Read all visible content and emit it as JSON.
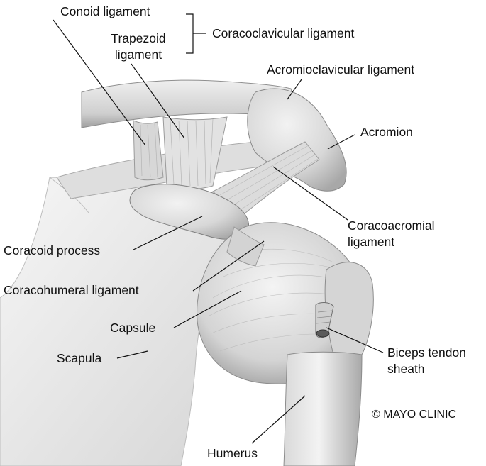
{
  "labels": {
    "conoid": "Conoid ligament",
    "trapezoid_1": "Trapezoid",
    "trapezoid_2": "ligament",
    "coracoclavicular": "Coracoclavicular ligament",
    "acromioclavicular": "Acromioclavicular ligament",
    "acromion": "Acromion",
    "coracoacromial_1": "Coracoacromial",
    "coracoacromial_2": "ligament",
    "coracoid_process": "Coracoid process",
    "coracohumeral": "Coracohumeral ligament",
    "capsule": "Capsule",
    "scapula": "Scapula",
    "biceps_1": "Biceps tendon",
    "biceps_2": "sheath",
    "humerus": "Humerus"
  },
  "copyright": "© MAYO CLINIC",
  "colors": {
    "bone_light": "#e9e9e9",
    "bone_mid": "#cfcfcf",
    "bone_shadow": "#9a9a9a",
    "ligament": "#dcdcdc",
    "line": "#111111"
  }
}
